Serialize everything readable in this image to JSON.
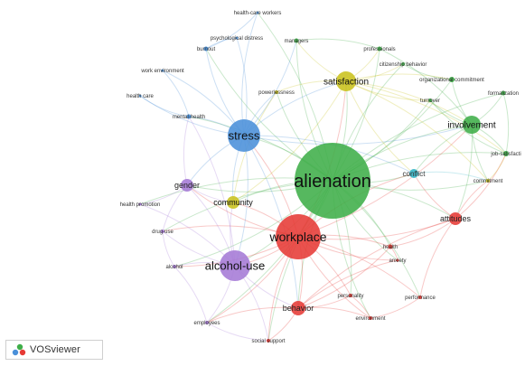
{
  "app": {
    "brand_label": "VOSviewer"
  },
  "cluster_colors": {
    "red": "#e63a35",
    "green": "#3fae49",
    "blue": "#4a90d9",
    "yellow": "#c9c21c",
    "purple": "#a57ad6",
    "cyan": "#3fb8c9"
  },
  "network": {
    "nodes": [
      {
        "id": "alienation",
        "label": "alienation",
        "cluster": "green"
      },
      {
        "id": "workplace",
        "label": "workplace",
        "cluster": "red"
      },
      {
        "id": "stress",
        "label": "stress",
        "cluster": "blue"
      },
      {
        "id": "alcohol-use",
        "label": "alcohol-use",
        "cluster": "purple"
      },
      {
        "id": "satisfaction",
        "label": "satisfaction",
        "cluster": "yellow"
      },
      {
        "id": "involvement",
        "label": "involvement",
        "cluster": "green"
      },
      {
        "id": "community",
        "label": "community",
        "cluster": "yellow"
      },
      {
        "id": "gender",
        "label": "gender",
        "cluster": "purple"
      },
      {
        "id": "behavior",
        "label": "behavior",
        "cluster": "red"
      },
      {
        "id": "attitudes",
        "label": "attitudes",
        "cluster": "red"
      },
      {
        "id": "conflict",
        "label": "conflict",
        "cluster": "cyan"
      },
      {
        "id": "health-care-workers",
        "label": "health-care workers",
        "cluster": "blue"
      },
      {
        "id": "psychological-distress",
        "label": "psychological distress",
        "cluster": "blue"
      },
      {
        "id": "burnout",
        "label": "burnout",
        "cluster": "blue"
      },
      {
        "id": "managers",
        "label": "managers",
        "cluster": "green"
      },
      {
        "id": "professionals",
        "label": "professionals",
        "cluster": "green"
      },
      {
        "id": "citizenship-behavior",
        "label": "citizenship behavior",
        "cluster": "green"
      },
      {
        "id": "organizational-commitment",
        "label": "organizational commitment",
        "cluster": "green"
      },
      {
        "id": "formalization",
        "label": "formalization",
        "cluster": "green"
      },
      {
        "id": "turnover",
        "label": "turnover",
        "cluster": "green"
      },
      {
        "id": "job-satisfaction",
        "label": "job-satisfacti",
        "cluster": "green"
      },
      {
        "id": "commitment",
        "label": "commitment",
        "cluster": "yellow"
      },
      {
        "id": "work-environment",
        "label": "work environment",
        "cluster": "blue"
      },
      {
        "id": "health-care",
        "label": "health care",
        "cluster": "blue"
      },
      {
        "id": "powerlessness",
        "label": "powerlessness",
        "cluster": "yellow"
      },
      {
        "id": "mental-health",
        "label": "mental-health",
        "cluster": "blue"
      },
      {
        "id": "health-promotion",
        "label": "health promotion",
        "cluster": "purple"
      },
      {
        "id": "drug-use",
        "label": "drug-use",
        "cluster": "purple"
      },
      {
        "id": "alcohol",
        "label": "alcohol",
        "cluster": "purple"
      },
      {
        "id": "employees",
        "label": "employees",
        "cluster": "purple"
      },
      {
        "id": "social-support",
        "label": "social support",
        "cluster": "red"
      },
      {
        "id": "personality",
        "label": "personality",
        "cluster": "red"
      },
      {
        "id": "environment",
        "label": "environment",
        "cluster": "red"
      },
      {
        "id": "performance",
        "label": "performance",
        "cluster": "red"
      },
      {
        "id": "health",
        "label": "health",
        "cluster": "red"
      },
      {
        "id": "anxiety",
        "label": "anxiety",
        "cluster": "red"
      }
    ],
    "links": [
      [
        "alienation",
        "workplace"
      ],
      [
        "alienation",
        "stress"
      ],
      [
        "alienation",
        "alcohol-use"
      ],
      [
        "alienation",
        "satisfaction"
      ],
      [
        "alienation",
        "involvement"
      ],
      [
        "alienation",
        "community"
      ],
      [
        "alienation",
        "gender"
      ],
      [
        "alienation",
        "behavior"
      ],
      [
        "alienation",
        "attitudes"
      ],
      [
        "alienation",
        "conflict"
      ],
      [
        "alienation",
        "managers"
      ],
      [
        "alienation",
        "professionals"
      ],
      [
        "alienation",
        "citizenship-behavior"
      ],
      [
        "alienation",
        "organizational-commitment"
      ],
      [
        "alienation",
        "formalization"
      ],
      [
        "alienation",
        "turnover"
      ],
      [
        "alienation",
        "job-satisfaction"
      ],
      [
        "alienation",
        "commitment"
      ],
      [
        "alienation",
        "powerlessness"
      ],
      [
        "alienation",
        "mental-health"
      ],
      [
        "alienation",
        "burnout"
      ],
      [
        "alienation",
        "health-care-workers"
      ],
      [
        "alienation",
        "health"
      ],
      [
        "alienation",
        "anxiety"
      ],
      [
        "alienation",
        "personality"
      ],
      [
        "alienation",
        "environment"
      ],
      [
        "alienation",
        "performance"
      ],
      [
        "alienation",
        "social-support"
      ],
      [
        "alienation",
        "employees"
      ],
      [
        "alienation",
        "drug-use"
      ],
      [
        "alienation",
        "alcohol"
      ],
      [
        "alienation",
        "health-promotion"
      ],
      [
        "workplace",
        "alcohol-use"
      ],
      [
        "workplace",
        "stress"
      ],
      [
        "workplace",
        "behavior"
      ],
      [
        "workplace",
        "attitudes"
      ],
      [
        "workplace",
        "gender"
      ],
      [
        "workplace",
        "community"
      ],
      [
        "workplace",
        "health"
      ],
      [
        "workplace",
        "anxiety"
      ],
      [
        "workplace",
        "personality"
      ],
      [
        "workplace",
        "environment"
      ],
      [
        "workplace",
        "performance"
      ],
      [
        "workplace",
        "social-support"
      ],
      [
        "workplace",
        "employees"
      ],
      [
        "workplace",
        "drug-use"
      ],
      [
        "workplace",
        "alcohol"
      ],
      [
        "workplace",
        "satisfaction"
      ],
      [
        "workplace",
        "conflict"
      ],
      [
        "workplace",
        "involvement"
      ],
      [
        "stress",
        "burnout"
      ],
      [
        "stress",
        "psychological-distress"
      ],
      [
        "stress",
        "health-care-workers"
      ],
      [
        "stress",
        "work-environment"
      ],
      [
        "stress",
        "health-care"
      ],
      [
        "stress",
        "mental-health"
      ],
      [
        "stress",
        "alcohol-use"
      ],
      [
        "stress",
        "gender"
      ],
      [
        "stress",
        "satisfaction"
      ],
      [
        "stress",
        "community"
      ],
      [
        "stress",
        "powerlessness"
      ],
      [
        "stress",
        "managers"
      ],
      [
        "stress",
        "behavior"
      ],
      [
        "stress",
        "involvement"
      ],
      [
        "stress",
        "conflict"
      ],
      [
        "alcohol-use",
        "gender"
      ],
      [
        "alcohol-use",
        "drug-use"
      ],
      [
        "alcohol-use",
        "alcohol"
      ],
      [
        "alcohol-use",
        "employees"
      ],
      [
        "alcohol-use",
        "health-promotion"
      ],
      [
        "alcohol-use",
        "community"
      ],
      [
        "alcohol-use",
        "behavior"
      ],
      [
        "alcohol-use",
        "social-support"
      ],
      [
        "alcohol-use",
        "mental-health"
      ],
      [
        "satisfaction",
        "involvement"
      ],
      [
        "satisfaction",
        "professionals"
      ],
      [
        "satisfaction",
        "managers"
      ],
      [
        "satisfaction",
        "citizenship-behavior"
      ],
      [
        "satisfaction",
        "organizational-commitment"
      ],
      [
        "satisfaction",
        "powerlessness"
      ],
      [
        "satisfaction",
        "commitment"
      ],
      [
        "satisfaction",
        "turnover"
      ],
      [
        "satisfaction",
        "job-satisfaction"
      ],
      [
        "satisfaction",
        "conflict"
      ],
      [
        "involvement",
        "organizational-commitment"
      ],
      [
        "involvement",
        "formalization"
      ],
      [
        "involvement",
        "job-satisfaction"
      ],
      [
        "involvement",
        "commitment"
      ],
      [
        "involvement",
        "turnover"
      ],
      [
        "involvement",
        "conflict"
      ],
      [
        "involvement",
        "attitudes"
      ],
      [
        "involvement",
        "professionals"
      ],
      [
        "attitudes",
        "conflict"
      ],
      [
        "attitudes",
        "performance"
      ],
      [
        "attitudes",
        "health"
      ],
      [
        "attitudes",
        "behavior"
      ],
      [
        "attitudes",
        "commitment"
      ],
      [
        "attitudes",
        "job-satisfaction"
      ],
      [
        "behavior",
        "social-support"
      ],
      [
        "behavior",
        "personality"
      ],
      [
        "behavior",
        "environment"
      ],
      [
        "behavior",
        "employees"
      ],
      [
        "behavior",
        "anxiety"
      ],
      [
        "behavior",
        "health"
      ],
      [
        "gender",
        "health-promotion"
      ],
      [
        "gender",
        "drug-use"
      ],
      [
        "gender",
        "mental-health"
      ],
      [
        "gender",
        "community"
      ],
      [
        "community",
        "powerlessness"
      ],
      [
        "community",
        "satisfaction"
      ],
      [
        "health-care-workers",
        "burnout"
      ],
      [
        "psychological-distress",
        "burnout"
      ],
      [
        "work-environment",
        "mental-health"
      ],
      [
        "health-care",
        "mental-health"
      ],
      [
        "managers",
        "professionals"
      ],
      [
        "citizenship-behavior",
        "organizational-commitment"
      ],
      [
        "formalization",
        "job-satisfaction"
      ],
      [
        "turnover",
        "job-satisfaction"
      ],
      [
        "personality",
        "environment"
      ],
      [
        "environment",
        "performance"
      ],
      [
        "health",
        "anxiety"
      ],
      [
        "drug-use",
        "alcohol"
      ],
      [
        "alcohol",
        "employees"
      ],
      [
        "employees",
        "social-support"
      ],
      [
        "conflict",
        "commitment"
      ],
      [
        "commitment",
        "job-satisfaction"
      ]
    ]
  }
}
